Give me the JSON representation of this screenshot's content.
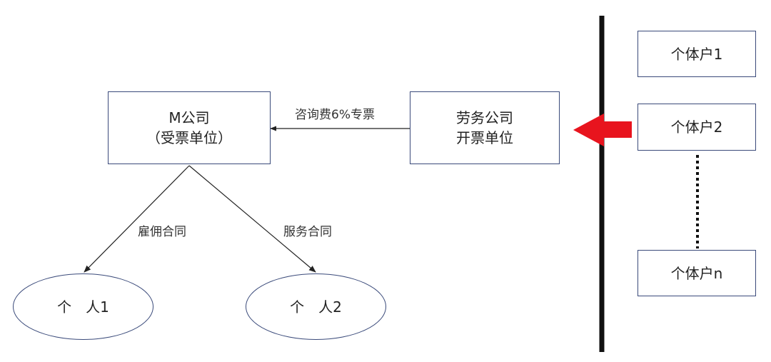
{
  "company_m": {
    "name": "M公司",
    "role": "（受票单位）"
  },
  "labor_company": {
    "line1": "劳务公司",
    "line2": "开票单位"
  },
  "invoice_flow_label": "咨询费6%专票",
  "individuals": [
    {
      "label": "个　人1",
      "contract": "雇佣合同"
    },
    {
      "label": "个　人2",
      "contract": "服务合同"
    }
  ],
  "households": [
    {
      "label": "个体户1"
    },
    {
      "label": "个体户2"
    },
    {
      "label": "个体户n"
    }
  ],
  "colors": {
    "box_border": "#3a4a7a",
    "divider": "#111111",
    "arrow_red": "#e8141e",
    "line": "#222222"
  }
}
